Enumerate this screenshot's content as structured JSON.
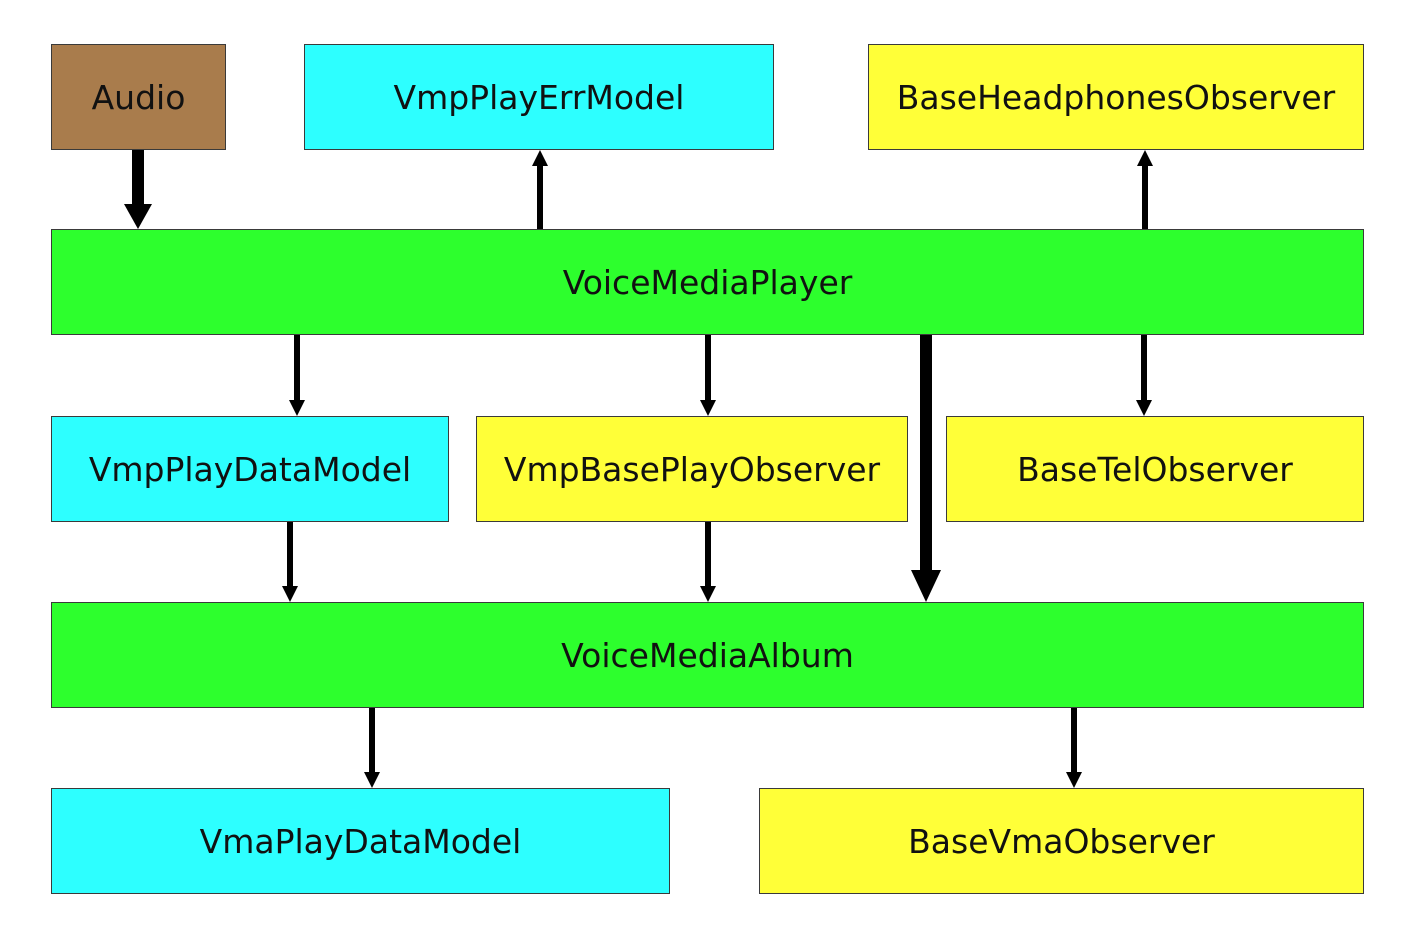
{
  "colors": {
    "external": "#a97c4c",
    "model": "#2dffff",
    "observer": "#ffff38",
    "core": "#2dff2d"
  },
  "nodes": {
    "audio": "Audio",
    "vmp_play_err_model": "VmpPlayErrModel",
    "base_headphones_observer": "BaseHeadphonesObserver",
    "voice_media_player": "VoiceMediaPlayer",
    "vmp_play_data_model": "VmpPlayDataModel",
    "vmp_base_play_observer": "VmpBasePlayObserver",
    "base_tel_observer": "BaseTelObserver",
    "voice_media_album": "VoiceMediaAlbum",
    "vma_play_data_model": "VmaPlayDataModel",
    "base_vma_observer": "BaseVmaObserver"
  },
  "edges": [
    {
      "from": "Audio",
      "to": "VoiceMediaPlayer",
      "style": "thick"
    },
    {
      "from": "VoiceMediaPlayer",
      "to": "VmpPlayErrModel",
      "style": "normal"
    },
    {
      "from": "VoiceMediaPlayer",
      "to": "BaseHeadphonesObserver",
      "style": "normal"
    },
    {
      "from": "VoiceMediaPlayer",
      "to": "VmpPlayDataModel",
      "style": "normal"
    },
    {
      "from": "VoiceMediaPlayer",
      "to": "VmpBasePlayObserver",
      "style": "normal"
    },
    {
      "from": "VoiceMediaPlayer",
      "to": "VoiceMediaAlbum",
      "style": "thick"
    },
    {
      "from": "VoiceMediaPlayer",
      "to": "BaseTelObserver",
      "style": "normal"
    },
    {
      "from": "VmpPlayDataModel",
      "to": "VoiceMediaAlbum",
      "style": "normal"
    },
    {
      "from": "VmpBasePlayObserver",
      "to": "VoiceMediaAlbum",
      "style": "normal"
    },
    {
      "from": "VoiceMediaAlbum",
      "to": "VmaPlayDataModel",
      "style": "normal"
    },
    {
      "from": "VoiceMediaAlbum",
      "to": "BaseVmaObserver",
      "style": "normal"
    }
  ]
}
